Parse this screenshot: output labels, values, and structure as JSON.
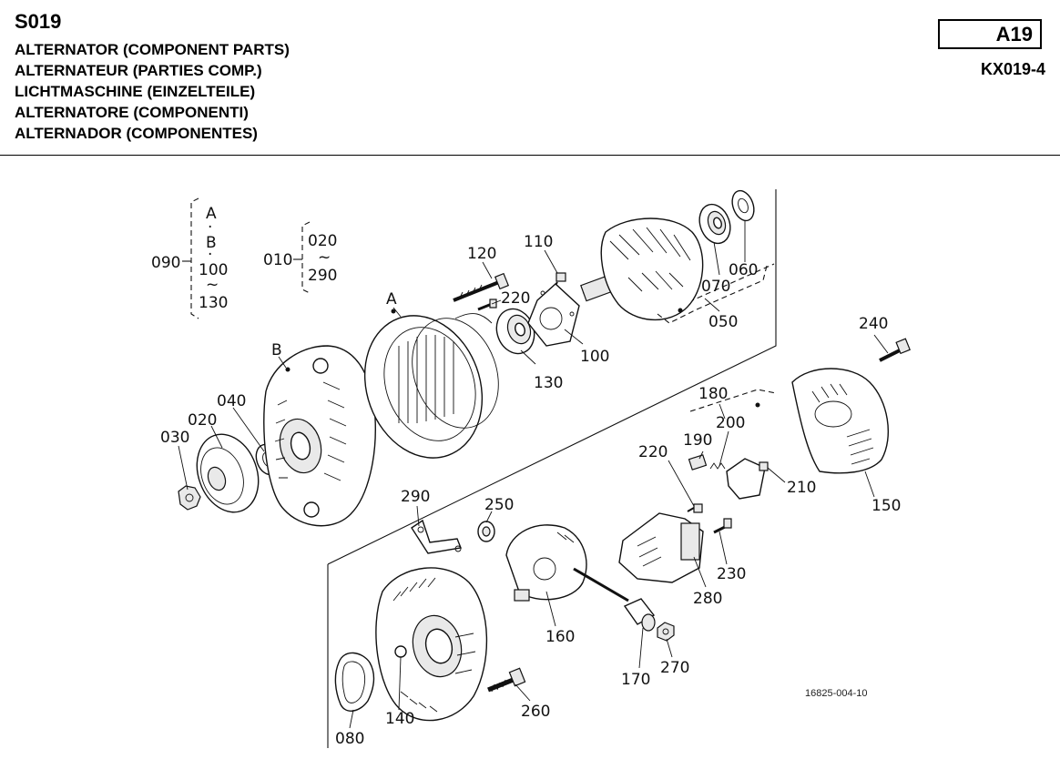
{
  "header": {
    "section_code": "S019",
    "titles": [
      "ALTERNATOR (COMPONENT PARTS)",
      "ALTERNATEUR (PARTIES COMP.)",
      "LICHTMASCHINE (EINZELTEILE)",
      "ALTERNATORE (COMPONENTI)",
      "ALTERNADOR (COMPONENTES)"
    ],
    "page_code": "A19",
    "model": "KX019-4"
  },
  "diagram": {
    "reference_number": "16825-004-10",
    "group_090": {
      "label": "090",
      "items": [
        "A",
        "·",
        "B",
        "·",
        "100",
        "~",
        "130"
      ]
    },
    "group_010": {
      "label": "010",
      "items": [
        "020",
        "~",
        "290"
      ]
    },
    "part_labels": {
      "p030": "030",
      "p020": "020",
      "p040": "040",
      "B": "B",
      "A": "A",
      "p120": "120",
      "p110": "110",
      "p220a": "220",
      "p130": "130",
      "p100": "100",
      "p070": "070",
      "p060": "060",
      "p050": "050",
      "p240": "240",
      "p180": "180",
      "p200": "200",
      "p190": "190",
      "p220b": "220",
      "p210": "210",
      "p150": "150",
      "p290": "290",
      "p250": "250",
      "p230": "230",
      "p280": "280",
      "p160": "160",
      "p170": "170",
      "p270": "270",
      "p260": "260",
      "p140": "140",
      "p080": "080"
    }
  }
}
